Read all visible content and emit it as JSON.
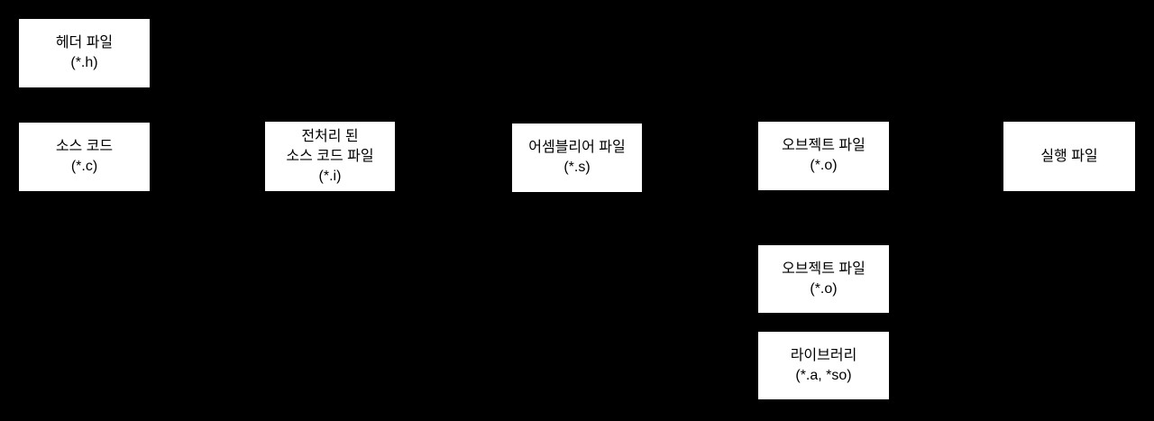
{
  "diagram": {
    "background_color": "#000000",
    "node_fill_color": "#ffffff",
    "node_text_color": "#000000",
    "nodes": [
      {
        "id": "header-file",
        "lines": [
          "헤더 파일",
          "(*.h)"
        ]
      },
      {
        "id": "source-code",
        "lines": [
          "소스 코드",
          "(*.c)"
        ]
      },
      {
        "id": "preprocessed-source",
        "lines": [
          "전처리 된",
          "소스 코드 파일",
          "(*.i)"
        ]
      },
      {
        "id": "assembly-file",
        "lines": [
          "어셈블리어 파일",
          "(*.s)"
        ]
      },
      {
        "id": "object-file",
        "lines": [
          "오브젝트 파일",
          "(*.o)"
        ]
      },
      {
        "id": "executable-file",
        "lines": [
          "실행 파일"
        ]
      },
      {
        "id": "object-file-2",
        "lines": [
          "오브젝트 파일",
          "(*.o)"
        ]
      },
      {
        "id": "library",
        "lines": [
          "라이브러리",
          "(*.a, *so)"
        ]
      }
    ]
  }
}
